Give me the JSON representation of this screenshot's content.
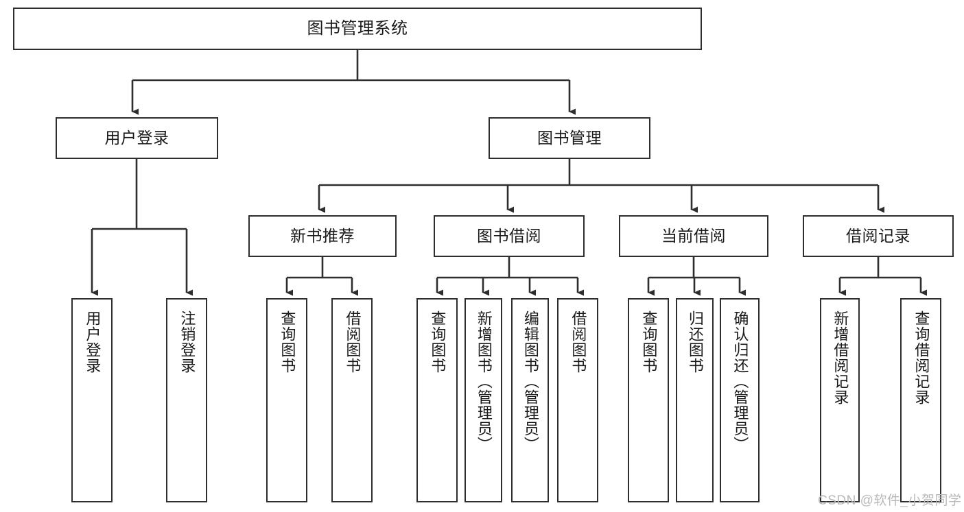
{
  "diagram": {
    "kind": "tree-hierarchy-chart",
    "title_text": "图书管理系统",
    "colors": {
      "stroke": "#2e2e2e",
      "fill": "#ffffff",
      "text": "#1a1a1a",
      "watermark": "#b9b9b9"
    },
    "nodes": {
      "root": {
        "label": "图书管理系统"
      },
      "level1": [
        {
          "label": "用户登录"
        },
        {
          "label": "图书管理"
        }
      ],
      "level2": [
        {
          "label": "新书推荐"
        },
        {
          "label": "图书借阅"
        },
        {
          "label": "当前借阅"
        },
        {
          "label": "借阅记录"
        }
      ],
      "leaves_user_login": [
        {
          "label": "用户登录"
        },
        {
          "label": "注销登录"
        }
      ],
      "leaves_new_book": [
        {
          "label": "查询图书"
        },
        {
          "label": "借阅图书"
        }
      ],
      "leaves_borrow": [
        {
          "label": "查询图书"
        },
        {
          "label": "新增图书（管理员）"
        },
        {
          "label": "编辑图书（管理员）"
        },
        {
          "label": "借阅图书"
        }
      ],
      "leaves_current": [
        {
          "label": "查询图书"
        },
        {
          "label": "归还图书"
        },
        {
          "label": "确认归还（管理员）"
        }
      ],
      "leaves_record": [
        {
          "label": "新增借阅记录"
        },
        {
          "label": "查询借阅记录"
        }
      ]
    },
    "watermark": {
      "text": "CSDN @软件_小贺同学"
    }
  }
}
